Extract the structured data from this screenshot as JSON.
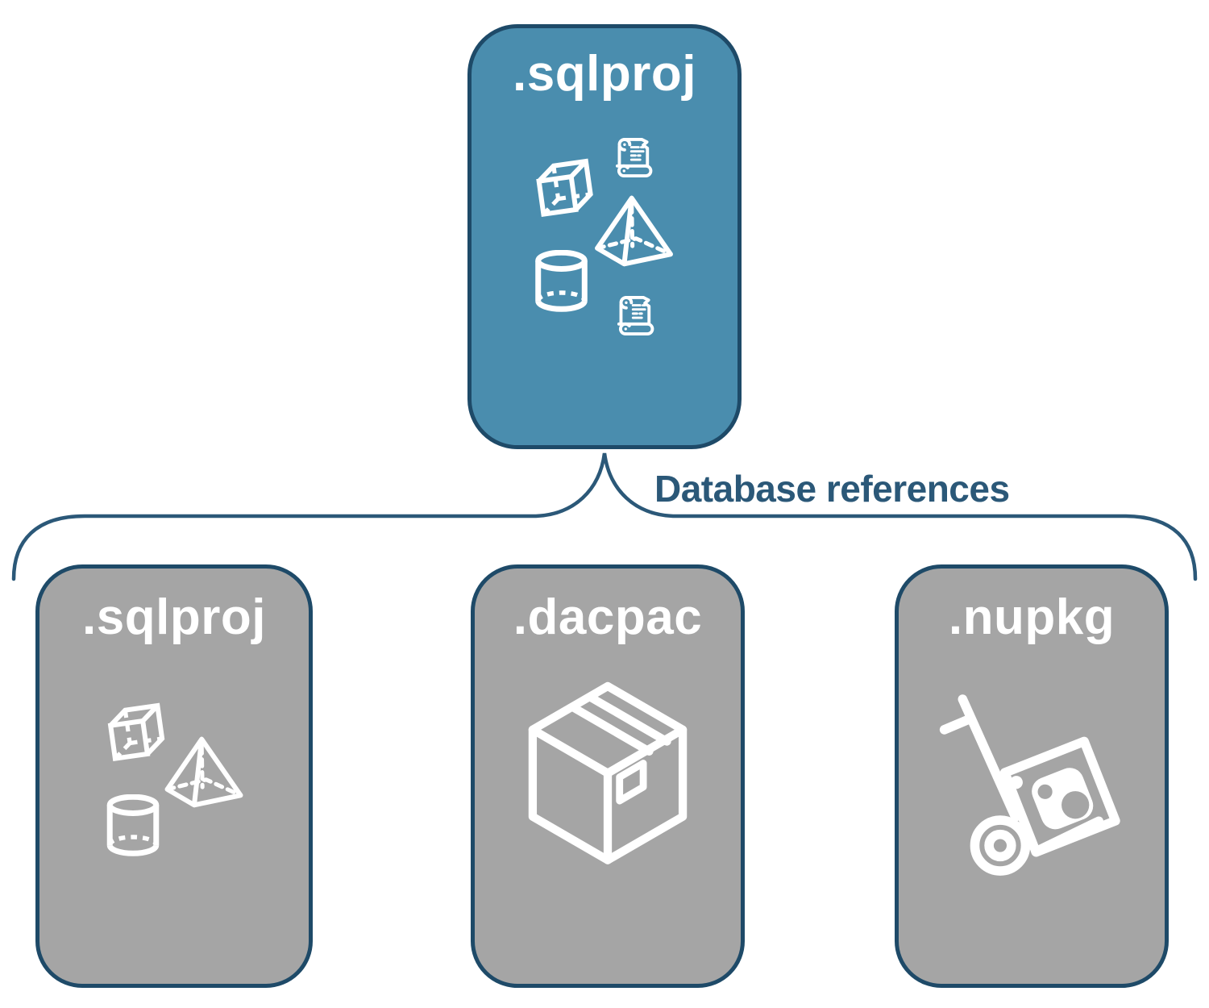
{
  "root_box": {
    "label": ".sqlproj"
  },
  "connector_label": "Database references",
  "child_boxes": [
    {
      "label": ".sqlproj"
    },
    {
      "label": ".dacpac"
    },
    {
      "label": ".nupkg"
    }
  ],
  "icons": {
    "root_box": [
      "cube-3d",
      "scroll",
      "pyramid-3d",
      "database-cylinder",
      "scroll"
    ],
    "child_sqlproj": [
      "cube-3d",
      "pyramid-3d",
      "database-cylinder"
    ],
    "child_dacpac": [
      "package-box"
    ],
    "child_nupkg": [
      "nuget-handtruck"
    ]
  },
  "colors": {
    "root_box_fill": "#4A8DAE",
    "child_box_fill": "#A5A5A5",
    "box_border": "#1E4A68",
    "connector_stroke": "#2B5878",
    "icon_stroke": "#FFFFFF",
    "background": "#FFFFFF"
  }
}
